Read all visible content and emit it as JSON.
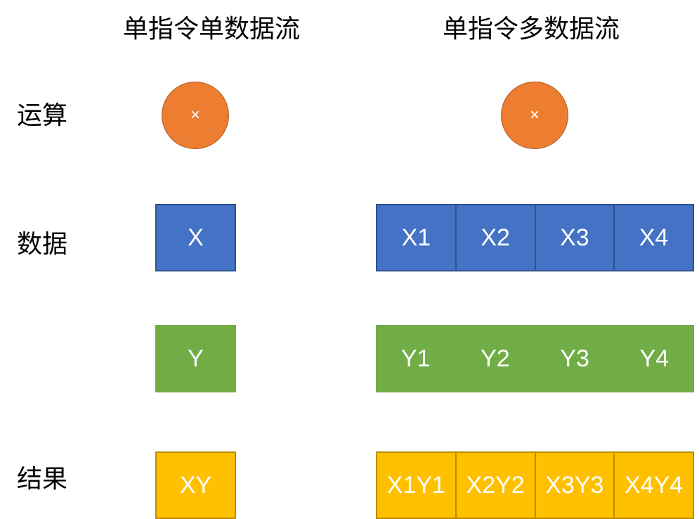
{
  "titles": {
    "sisd": "单指令单数据流",
    "simd": "单指令多数据流"
  },
  "row_labels": {
    "operation": "运算",
    "data": "数据",
    "result": "结果"
  },
  "sisd": {
    "operator": "×",
    "x": "X",
    "y": "Y",
    "result": "XY"
  },
  "simd": {
    "operator": "×",
    "x": [
      "X1",
      "X2",
      "X3",
      "X4"
    ],
    "y": [
      "Y1",
      "Y2",
      "Y3",
      "Y4"
    ],
    "result": [
      "X1Y1",
      "X2Y2",
      "X3Y3",
      "X4Y4"
    ]
  },
  "colors": {
    "operator": "#ED7D31",
    "x_data": "#4472C4",
    "y_data": "#70AD47",
    "result": "#FFC000"
  }
}
